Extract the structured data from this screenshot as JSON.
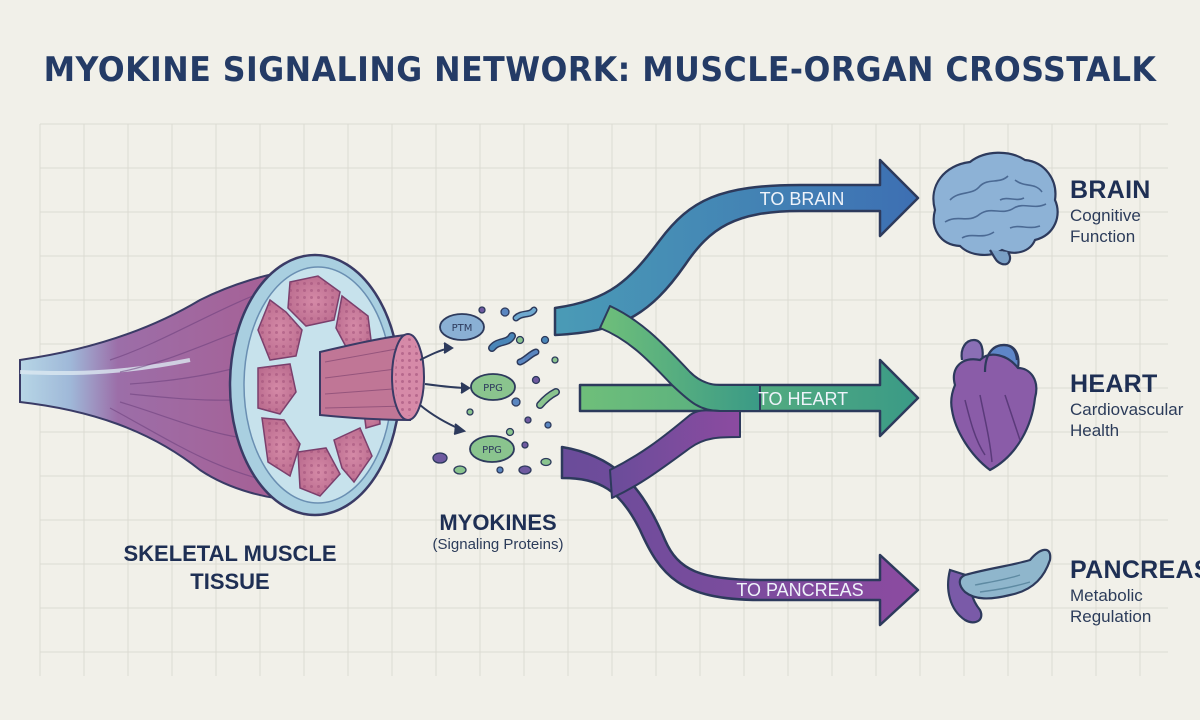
{
  "title": "MYOKINE SIGNALING NETWORK: MUSCLE-ORGAN CROSSTALK",
  "muscle": {
    "label_line1": "SKELETAL MUSCLE",
    "label_line2": "TISSUE"
  },
  "myokines": {
    "label": "MYOKINES",
    "sublabel": "(Signaling Proteins)",
    "proteins": [
      "PTM",
      "PPG",
      "PPG"
    ]
  },
  "pathways": [
    {
      "arrow_label": "TO BRAIN",
      "color": "#3f86b8"
    },
    {
      "arrow_label": "TO HEART",
      "color": "#5fae72"
    },
    {
      "arrow_label": "TO PANCREAS",
      "color": "#7b4e9c"
    }
  ],
  "organs": [
    {
      "name": "BRAIN",
      "desc_line1": "Cognitive",
      "desc_line2": "Function",
      "icon": "brain-icon"
    },
    {
      "name": "HEART",
      "desc_line1": "Cardiovascular",
      "desc_line2": "Health",
      "icon": "heart-icon"
    },
    {
      "name": "PANCREAS",
      "desc_line1": "Metabolic",
      "desc_line2": "Regulation",
      "icon": "pancreas-icon"
    }
  ]
}
